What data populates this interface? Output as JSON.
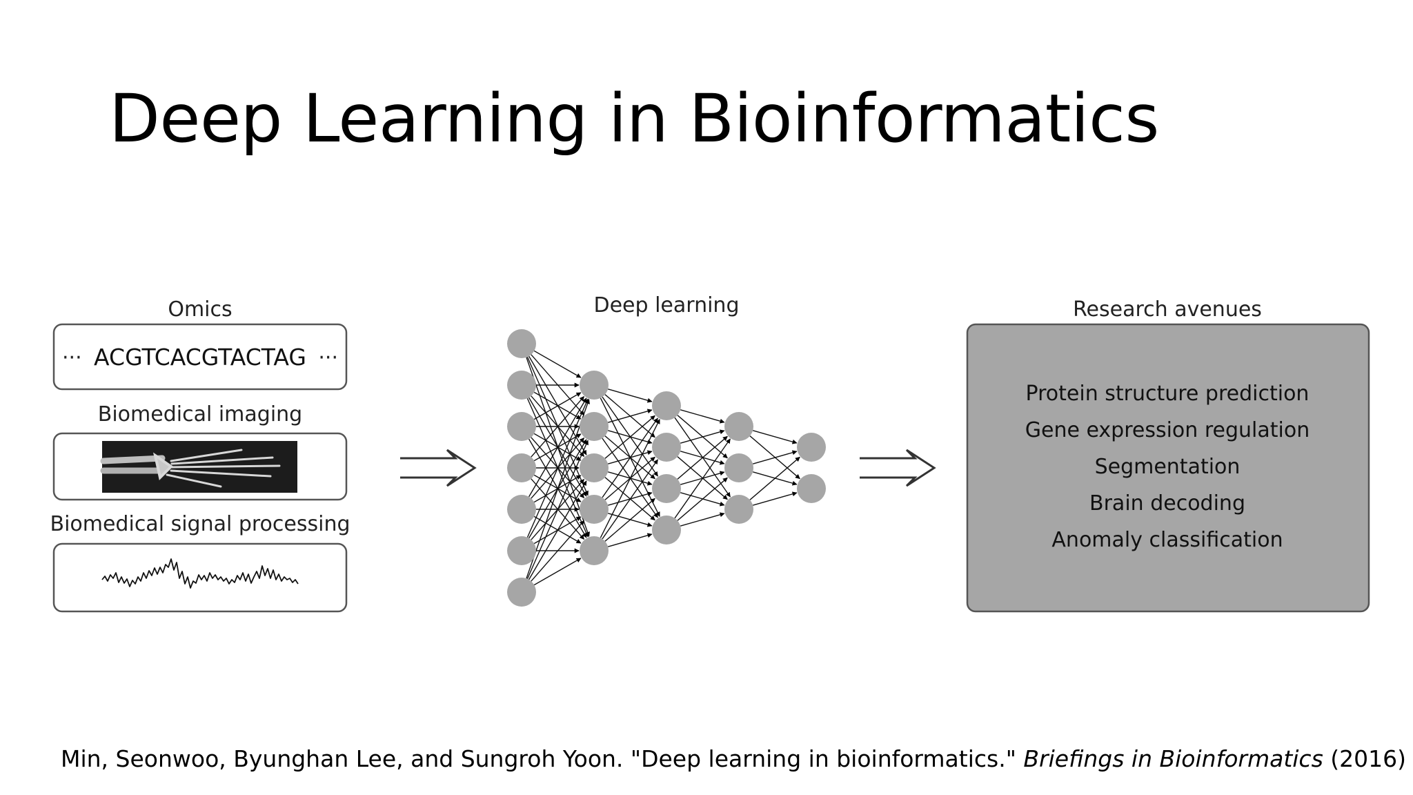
{
  "slide": {
    "title": "Deep Learning in Bioinformatics"
  },
  "figure": {
    "omics": {
      "heading": "Omics",
      "sequence": "ACGTCACGTACTAG",
      "ellipsis": "···"
    },
    "imaging": {
      "heading": "Biomedical imaging"
    },
    "signal": {
      "heading": "Biomedical signal processing"
    },
    "network": {
      "heading": "Deep learning",
      "layers": [
        7,
        5,
        4,
        3,
        2
      ]
    },
    "research": {
      "heading": "Research avenues",
      "items": [
        "Protein structure prediction",
        "Gene expression regulation",
        "Segmentation",
        "Brain decoding",
        "Anomaly classification"
      ]
    },
    "colors": {
      "node": "#a6a6a6",
      "box_fill": "#a6a6a6",
      "box_stroke": "#555555",
      "xray_bg": "#1c1c1c"
    }
  },
  "citation": {
    "authors": "Min, Seonwoo, Byunghan Lee, and Sungroh Yoon. \"Deep learning in bioinformatics.\"",
    "journal": "Briefings in Bioinformatics",
    "year": "(2016)"
  }
}
